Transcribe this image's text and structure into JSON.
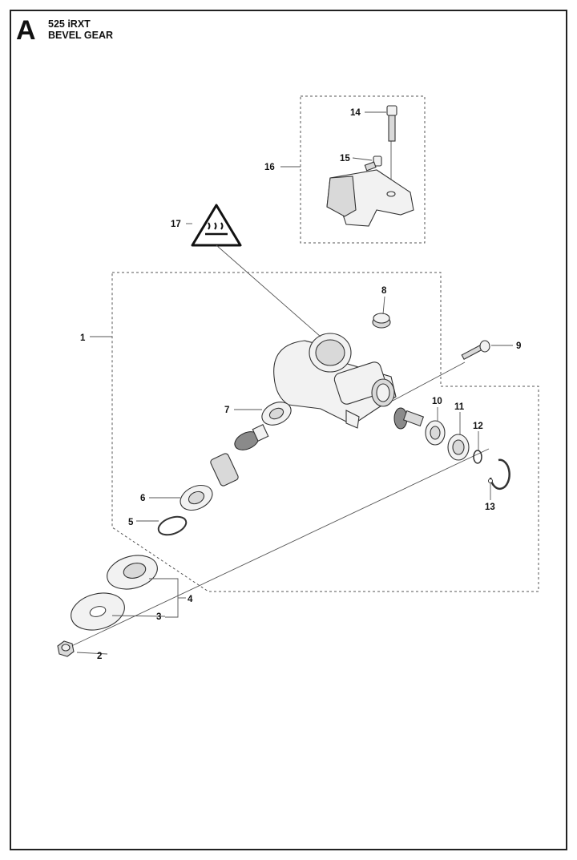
{
  "header": {
    "section_letter": "A",
    "model": "525 iRXT",
    "title": "BEVEL GEAR"
  },
  "callouts": [
    "1",
    "2",
    "3",
    "4",
    "5",
    "6",
    "7",
    "8",
    "9",
    "10",
    "11",
    "12",
    "13",
    "14",
    "15",
    "16",
    "17"
  ],
  "colors": {
    "line": "#333333",
    "fill": "#f2f2f2",
    "frame": "#222222"
  },
  "icons": {
    "warning": "hot-surface-warning-icon"
  }
}
